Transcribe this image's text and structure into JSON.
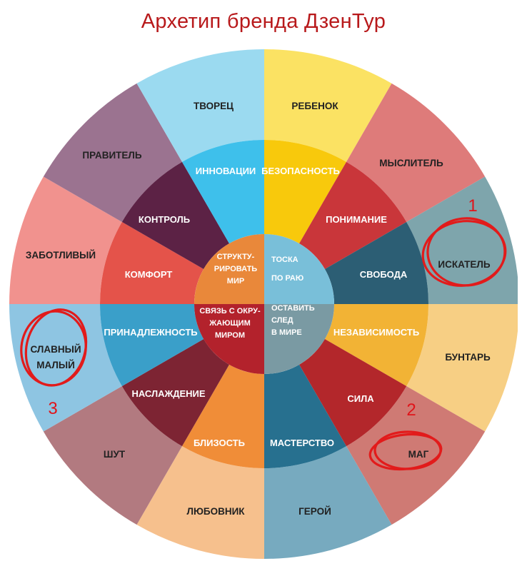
{
  "title": "Архетип бренда ДзенТур",
  "outer_ring": [
    {
      "label": "РЕБЕНОК",
      "color": "#fbe263"
    },
    {
      "label": "МЫСЛИТЕЛЬ",
      "color": "#de7b7a"
    },
    {
      "label": "ИСКАТЕЛЬ",
      "color": "#7ea5ac"
    },
    {
      "label": "БУНТАРЬ",
      "color": "#f7cf84"
    },
    {
      "label": "МАГ",
      "color": "#cf7a74"
    },
    {
      "label": "ГЕРОЙ",
      "color": "#77aabf"
    },
    {
      "label": "ЛЮБОВНИК",
      "color": "#f6c08d"
    },
    {
      "label": "ШУТ",
      "color": "#b27a80"
    },
    {
      "label": "СЛАВНЫЙ МАЛЫЙ",
      "color": "#8ec5e2"
    },
    {
      "label": "ЗАБОТЛИВЫЙ",
      "color": "#f1928e"
    },
    {
      "label": "ПРАВИТЕЛЬ",
      "color": "#9b7390"
    },
    {
      "label": "ТВОРЕЦ",
      "color": "#9bdaf0"
    }
  ],
  "middle_ring": [
    {
      "label": "БЕЗОПАСНОСТЬ",
      "color": "#f8c90c"
    },
    {
      "label": "ПОНИМАНИЕ",
      "color": "#c9363a"
    },
    {
      "label": "СВОБОДА",
      "color": "#2c5e74"
    },
    {
      "label": "НЕЗАВИСИМОСТЬ",
      "color": "#f2b335"
    },
    {
      "label": "СИЛА",
      "color": "#b3272b"
    },
    {
      "label": "МАСТЕРСТВО",
      "color": "#27708f"
    },
    {
      "label": "БЛИЗОСТЬ",
      "color": "#f08d38"
    },
    {
      "label": "НАСЛАЖДЕНИЕ",
      "color": "#7d2433"
    },
    {
      "label": "ПРИНАДЛЕЖНОСТЬ",
      "color": "#3a9fc9"
    },
    {
      "label": "КОМФОРТ",
      "color": "#e4534a"
    },
    {
      "label": "КОНТРОЛЬ",
      "color": "#5c2245"
    },
    {
      "label": "ИННОВАЦИИ",
      "color": "#3ec0eb"
    }
  ],
  "inner_circle": [
    {
      "lines": [
        "ТОСКА",
        "ПО РАЮ"
      ],
      "color": "#79bfd9"
    },
    {
      "lines": [
        "ОСТАВИТЬ",
        "СЛЕД",
        "В МИРЕ"
      ],
      "color": "#7a9aa3"
    },
    {
      "lines": [
        "СВЯЗЬ С ОКРУ-",
        "ЖАЮЩИМ",
        "МИРОМ"
      ],
      "color": "#b3222c"
    },
    {
      "lines": [
        "СТРУКТУ-",
        "РИРОВАТЬ",
        "МИР"
      ],
      "color": "#e9883a"
    }
  ],
  "annotations": [
    {
      "number": "1",
      "target": "ИСКАТЕЛЬ"
    },
    {
      "number": "2",
      "target": "МАГ"
    },
    {
      "number": "3",
      "target": "СЛАВНЫЙ МАЛЫЙ"
    }
  ],
  "circle_color": "#e21b1b"
}
